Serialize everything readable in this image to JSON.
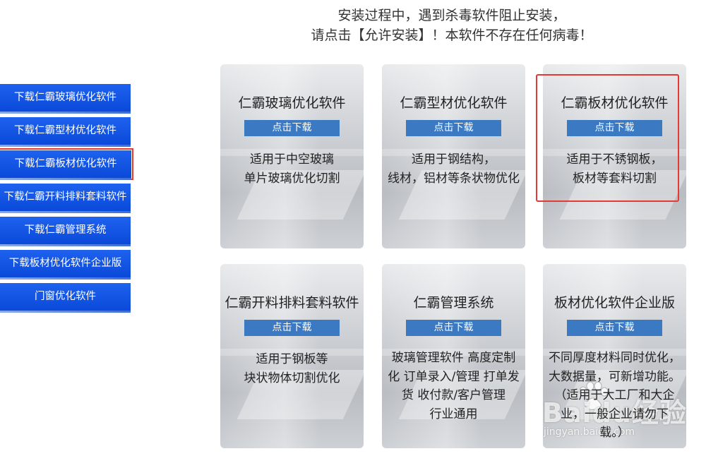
{
  "notice": {
    "line1": "安装过程中，遇到杀毒软件阻止安装，",
    "line2": "请点击【允许安装】！本软件不存在任何病毒！"
  },
  "sidebar": {
    "items": [
      {
        "label": "下载仁霸玻璃优化软件"
      },
      {
        "label": "下载仁霸型材优化软件"
      },
      {
        "label": "下载仁霸板材优化软件"
      },
      {
        "label": "下载仁霸开料排料套料软件"
      },
      {
        "label": "下载仁霸管理系统"
      },
      {
        "label": "下载板材优化软件企业版"
      },
      {
        "label": "门窗优化软件"
      }
    ]
  },
  "cards": [
    {
      "title": "仁霸玻璃优化软件",
      "button": "点击下载",
      "desc": [
        "适用于中空玻璃",
        "单片玻璃优化切割"
      ]
    },
    {
      "title": "仁霸型材优化软件",
      "button": "点击下载",
      "desc": [
        "适用于钢结构，",
        "线材，铝材等条状物优化"
      ]
    },
    {
      "title": "仁霸板材优化软件",
      "button": "点击下载",
      "desc": [
        "适用于不锈钢板，",
        "板材等套料切割"
      ]
    },
    {
      "title": "仁霸开料排料套料软件",
      "button": "点击下载",
      "desc": [
        "适用于钢板等",
        "块状物体切割优化"
      ]
    },
    {
      "title": "仁霸管理系统",
      "button": "点击下载",
      "desc": [
        "玻璃管理软件 高度定制",
        "化 订单录入/管理 打单发",
        "货 收付款/客户管理",
        "行业通用"
      ]
    },
    {
      "title": "板材优化软件企业版",
      "button": "点击下载",
      "desc": [
        "不同厚度材料同时优化，",
        "大数据量，可新增功能。",
        "（适用于大工厂和大企",
        "业，一般企业请勿下",
        "载。）"
      ]
    }
  ],
  "watermark": {
    "text": "Baidu经验",
    "sub": "jingyan.baidu.com"
  },
  "colors": {
    "sidebar_blue": "#0a49d9",
    "button_blue": "#3b79c3",
    "highlight_red": "#e53935"
  }
}
